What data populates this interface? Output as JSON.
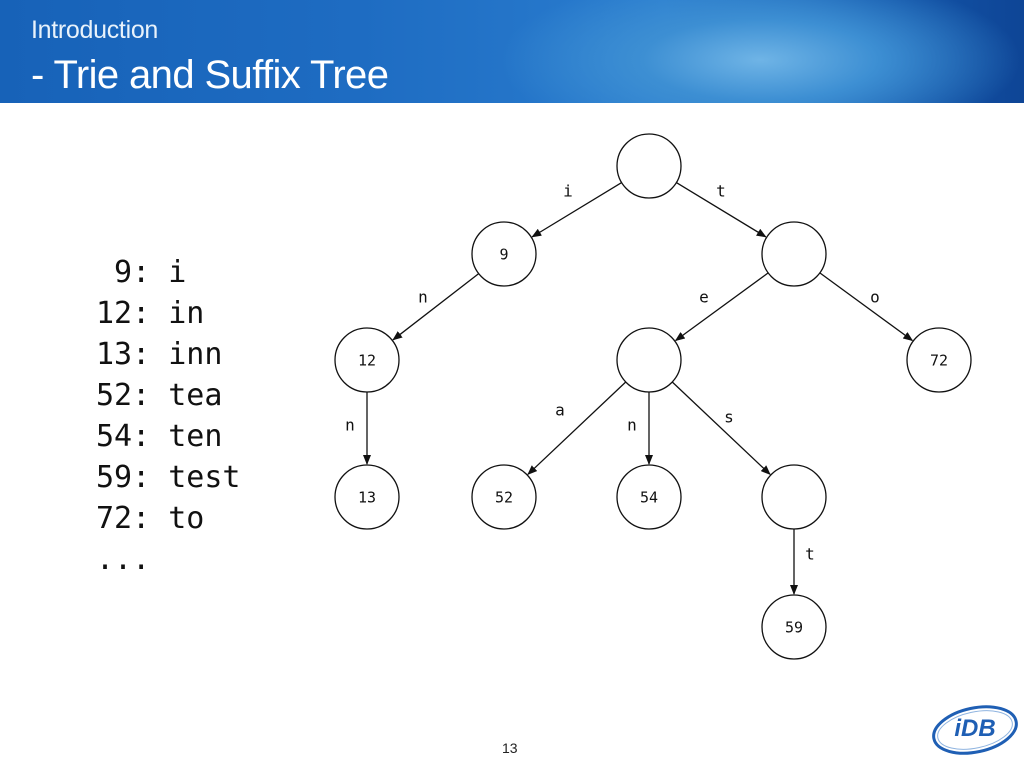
{
  "header": {
    "subtitle": "Introduction",
    "title": "- Trie and Suffix Tree"
  },
  "listing": [
    " 9: i",
    "12: in",
    "13: inn",
    "52: tea",
    "54: ten",
    "59: test",
    "72: to",
    "..."
  ],
  "trie": {
    "nodes": [
      {
        "id": "root",
        "label": ""
      },
      {
        "id": "i",
        "label": "9"
      },
      {
        "id": "t",
        "label": ""
      },
      {
        "id": "in",
        "label": "12"
      },
      {
        "id": "te",
        "label": ""
      },
      {
        "id": "to",
        "label": "72"
      },
      {
        "id": "inn",
        "label": "13"
      },
      {
        "id": "tea",
        "label": "52"
      },
      {
        "id": "ten",
        "label": "54"
      },
      {
        "id": "tes",
        "label": ""
      },
      {
        "id": "test",
        "label": "59"
      }
    ],
    "edges": [
      {
        "from": "root",
        "to": "i",
        "label": "i"
      },
      {
        "from": "root",
        "to": "t",
        "label": "t"
      },
      {
        "from": "i",
        "to": "in",
        "label": "n"
      },
      {
        "from": "t",
        "to": "te",
        "label": "e"
      },
      {
        "from": "t",
        "to": "to",
        "label": "o"
      },
      {
        "from": "in",
        "to": "inn",
        "label": "n"
      },
      {
        "from": "te",
        "to": "tea",
        "label": "a"
      },
      {
        "from": "te",
        "to": "ten",
        "label": "n"
      },
      {
        "from": "te",
        "to": "tes",
        "label": "s"
      },
      {
        "from": "tes",
        "to": "test",
        "label": "t"
      }
    ]
  },
  "footer": {
    "page_number": "13",
    "logo_text": "iDB"
  },
  "colors": {
    "header_dark": "#1458ac",
    "header_light": "#6fb4e6",
    "text": "#111111",
    "logo_blue": "#1f5fb4"
  }
}
